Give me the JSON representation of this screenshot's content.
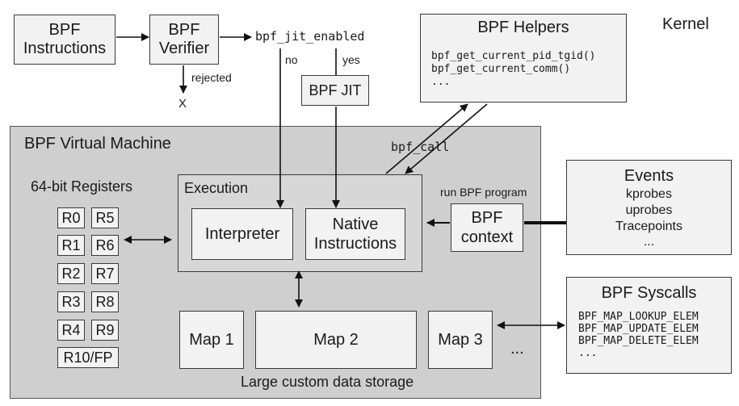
{
  "kernel_label": "Kernel",
  "instructions": {
    "line1": "BPF",
    "line2": "Instructions"
  },
  "verifier": {
    "line1": "BPF",
    "line2": "Verifier"
  },
  "rejected_label": "rejected",
  "reject_mark": "X",
  "jit_enabled_label": "bpf_jit_enabled",
  "no_label": "no",
  "yes_label": "yes",
  "jit_label": "BPF JIT",
  "helpers": {
    "title": "BPF Helpers",
    "items": [
      "bpf_get_current_pid_tgid()",
      "bpf_get_current_comm()",
      "..."
    ]
  },
  "bpf_call_label": "bpf_call",
  "vm": {
    "title": "BPF Virtual Machine",
    "registers_title": "64-bit Registers",
    "registers": [
      "R0",
      "R5",
      "R1",
      "R6",
      "R2",
      "R7",
      "R3",
      "R8",
      "R4",
      "R9",
      "R10/FP"
    ],
    "execution_title": "Execution",
    "interpreter": "Interpreter",
    "native": {
      "line1": "Native",
      "line2": "Instructions"
    },
    "run_label": "run BPF program",
    "context": {
      "line1": "BPF",
      "line2": "context"
    },
    "maps": [
      "Map 1",
      "Map 2",
      "Map 3"
    ],
    "maps_more": "...",
    "storage_label": "Large custom data storage"
  },
  "events": {
    "title": "Events",
    "items": [
      "kprobes",
      "uprobes",
      "Tracepoints",
      "..."
    ]
  },
  "syscalls": {
    "title": "BPF Syscalls",
    "items": [
      "BPF_MAP_LOOKUP_ELEM",
      "BPF_MAP_UPDATE_ELEM",
      "BPF_MAP_DELETE_ELEM",
      "..."
    ]
  }
}
